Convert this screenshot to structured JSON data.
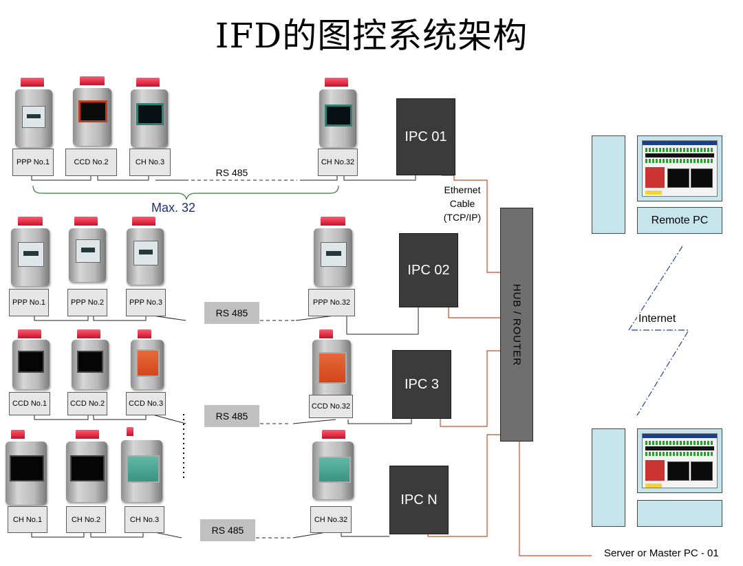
{
  "title": "IFD的图控系统架构",
  "row1": {
    "labels": [
      "PPP No.1",
      "CCD No.2",
      "CH No.3",
      "CH No.32"
    ],
    "bus": "RS 485",
    "max": "Max. 32",
    "ipc": "IPC 01"
  },
  "row2": {
    "labels": [
      "PPP No.1",
      "PPP No.2",
      "PPP No.3",
      "PPP No.32"
    ],
    "bus": "RS 485",
    "ipc": "IPC 02"
  },
  "row3": {
    "labels": [
      "CCD No.1",
      "CCD No.2",
      "CCD No.3",
      "CCD No.32"
    ],
    "bus": "RS 485",
    "ipc": "IPC 3"
  },
  "row4": {
    "labels": [
      "CH No.1",
      "CH No.2",
      "CH No.3",
      "CH No.32"
    ],
    "bus": "RS 485",
    "ipc": "IPC N"
  },
  "ethernet": [
    "Ethernet",
    "Cable",
    "(TCP/IP)"
  ],
  "hub": "HUB / ROUTER",
  "remote_pc": "Remote PC",
  "internet": "Internet",
  "server": "Server or Master PC - 01",
  "colors": {
    "ethernet_wire": "#cc4a2a",
    "bus_wire": "#222222",
    "brace": "#2e7d32",
    "max_text": "#1a2e7a",
    "internet_line": "#1f3f9a",
    "pc_fill": "#c5e4ec",
    "ipc_fill": "#3b3b3b",
    "hub_fill": "#6f6f6f"
  }
}
